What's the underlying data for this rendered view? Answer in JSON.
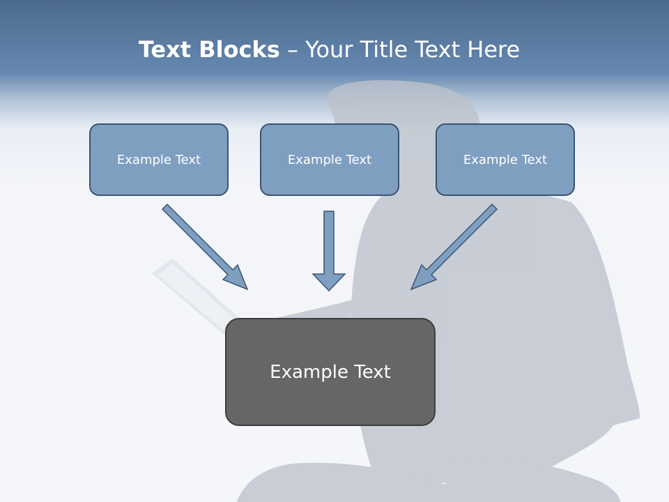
{
  "slide": {
    "title_bold": "Text Blocks",
    "title_sep": " – ",
    "title_rest": "Your Title Text Here",
    "blocks": [
      {
        "label": "Example Text"
      },
      {
        "label": "Example Text"
      },
      {
        "label": "Example Text"
      }
    ],
    "main_block": {
      "label": "Example Text"
    }
  },
  "colors": {
    "header": "#5f7fa6",
    "block_fill": "#7f9fc1",
    "block_border": "#3a5272",
    "main_fill": "#666666",
    "arrow_fill": "#7f9fc1"
  }
}
